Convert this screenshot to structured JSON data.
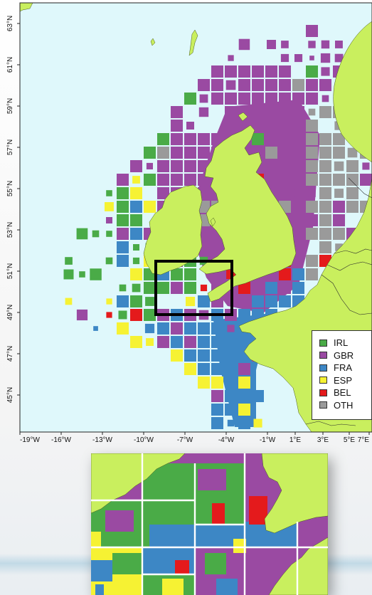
{
  "map": {
    "colors": {
      "sea": "#dff8fb",
      "land": "#c9ef5e",
      "IRL": "#4aab47",
      "GBR": "#9a4aa2",
      "FRA": "#3d87c5",
      "ESP": "#f6f233",
      "BEL": "#e41a1c",
      "OTH": "#9a9a9a",
      "highlight_box": "#000000"
    },
    "axes": {
      "lon_ticks": [
        "-19°W",
        "-16°W",
        "-13°W",
        "-10°W",
        "-7°W",
        "-4°W",
        "-1°W",
        "1°E",
        "3°E",
        "5°E",
        "7°E"
      ],
      "lat_ticks": [
        "63°N",
        "61°N",
        "59°N",
        "57°N",
        "55°N",
        "53°N",
        "51°N",
        "49°N",
        "47°N",
        "45°N"
      ]
    },
    "legend": [
      {
        "code": "IRL",
        "label": "IRL",
        "color": "#4aab47"
      },
      {
        "code": "GBR",
        "label": "GBR",
        "color": "#9a4aa2"
      },
      {
        "code": "FRA",
        "label": "FRA",
        "color": "#3d87c5"
      },
      {
        "code": "ESP",
        "label": "ESP",
        "color": "#f6f233"
      },
      {
        "code": "BEL",
        "label": "BEL",
        "color": "#e41a1c"
      },
      {
        "code": "OTH",
        "label": "OTH",
        "color": "#9a9a9a"
      }
    ]
  }
}
